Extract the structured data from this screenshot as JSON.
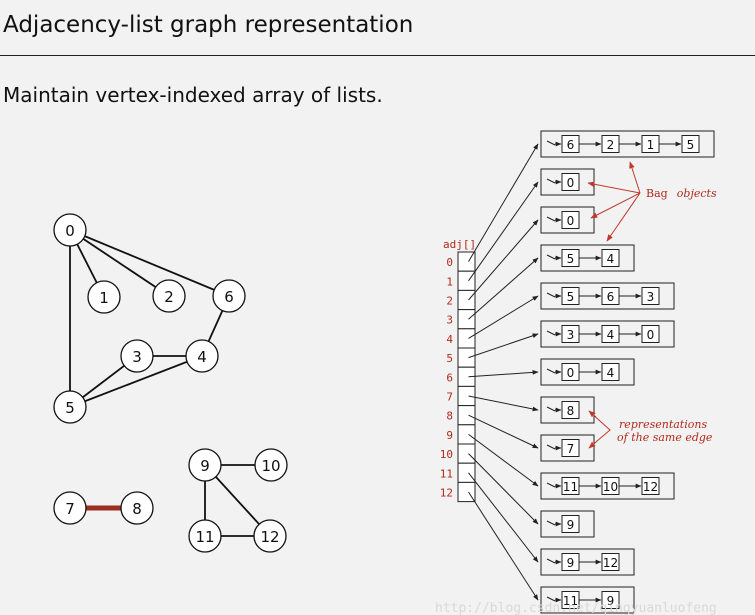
{
  "title": "Adjacency-list graph representation",
  "subtitle": "Maintain vertex-indexed array of lists.",
  "colors": {
    "accent": "#b02a1c",
    "highlight_edge": "#9b2f22",
    "background": "#f2f2f2"
  },
  "graph": {
    "vertices": [
      {
        "id": 0,
        "label": "0"
      },
      {
        "id": 1,
        "label": "1"
      },
      {
        "id": 2,
        "label": "2"
      },
      {
        "id": 3,
        "label": "3"
      },
      {
        "id": 4,
        "label": "4"
      },
      {
        "id": 5,
        "label": "5"
      },
      {
        "id": 6,
        "label": "6"
      },
      {
        "id": 7,
        "label": "7"
      },
      {
        "id": 8,
        "label": "8"
      },
      {
        "id": 9,
        "label": "9"
      },
      {
        "id": 10,
        "label": "10"
      },
      {
        "id": 11,
        "label": "11"
      },
      {
        "id": 12,
        "label": "12"
      }
    ],
    "edges": [
      [
        0,
        1
      ],
      [
        0,
        2
      ],
      [
        0,
        6
      ],
      [
        0,
        5
      ],
      [
        3,
        4
      ],
      [
        3,
        5
      ],
      [
        4,
        5
      ],
      [
        4,
        6
      ],
      [
        7,
        8
      ],
      [
        9,
        10
      ],
      [
        9,
        11
      ],
      [
        9,
        12
      ],
      [
        11,
        12
      ]
    ],
    "highlighted_edge": [
      7,
      8
    ]
  },
  "adjacency": {
    "array_label": "adj[]",
    "index_labels": [
      "0",
      "1",
      "2",
      "3",
      "4",
      "5",
      "6",
      "7",
      "8",
      "9",
      "10",
      "11",
      "12"
    ],
    "lists": [
      [
        "6",
        "2",
        "1",
        "5"
      ],
      [
        "0"
      ],
      [
        "0"
      ],
      [
        "5",
        "4"
      ],
      [
        "5",
        "6",
        "3"
      ],
      [
        "3",
        "4",
        "0"
      ],
      [
        "0",
        "4"
      ],
      [
        "8"
      ],
      [
        "7"
      ],
      [
        "11",
        "10",
        "12"
      ],
      [
        "9"
      ],
      [
        "9",
        "12"
      ],
      [
        "11",
        "9"
      ]
    ]
  },
  "annotations": {
    "bag_objects": {
      "bag": "Bag",
      "objects": "objects"
    },
    "same_edge": {
      "line1": "representations",
      "line2": "of the same edge"
    }
  },
  "watermark": "http://blog.csdn.net/qingyuanluofeng"
}
